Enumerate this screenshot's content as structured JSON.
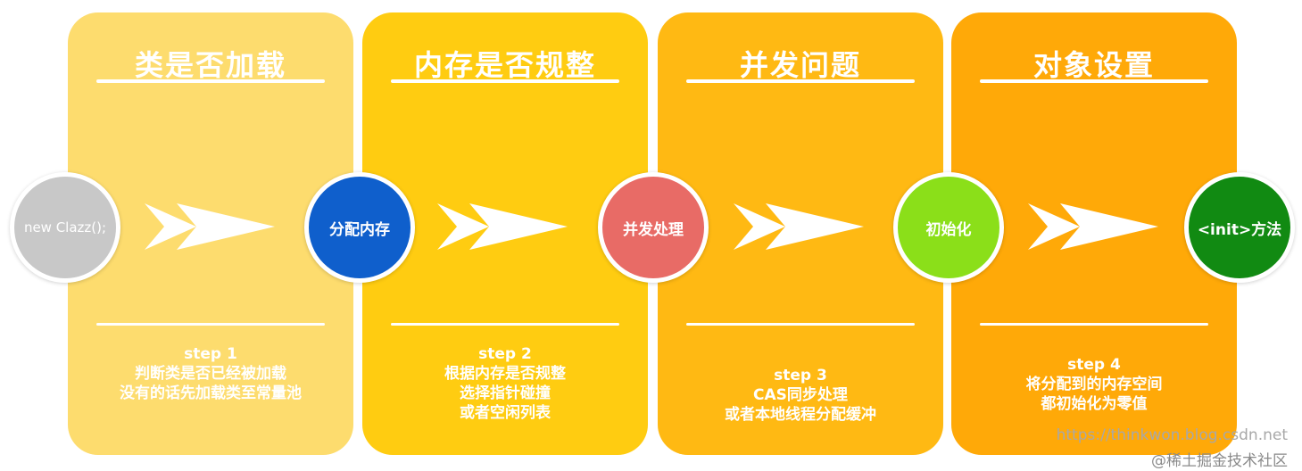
{
  "panels": [
    {
      "title": "类是否加载",
      "color": "#FDDC6E",
      "step": "step 1",
      "lines": [
        "判断类是否已经被加载",
        "没有的话先加载类至常量池"
      ]
    },
    {
      "title": "内存是否规整",
      "color": "#FFCC11",
      "step": "step 2",
      "lines": [
        "根据内存是否规整",
        "选择指针碰撞",
        "或者空闲列表"
      ]
    },
    {
      "title": "并发问题",
      "color": "#FFB913",
      "step": "step 3",
      "lines": [
        "CAS同步处理",
        "或者本地线程分配缓冲"
      ]
    },
    {
      "title": "对象设置",
      "color": "#FFA908",
      "step": "step 4",
      "lines": [
        "将分配到的内存空间",
        "都初始化为零值"
      ]
    }
  ],
  "nodes": [
    {
      "label": "new Clazz();",
      "color": "#C8C8C8",
      "icon": "start-node"
    },
    {
      "label": "分配内存",
      "color": "#0F5FCC",
      "icon": "allocate-memory-node"
    },
    {
      "label": "并发处理",
      "color": "#E86B66",
      "icon": "concurrency-node"
    },
    {
      "label": "初始化",
      "color": "#8BDF19",
      "icon": "initialize-node"
    },
    {
      "label": "<init>方法",
      "color": "#118A12",
      "icon": "init-method-node"
    }
  ],
  "arrows": [
    {
      "icon": "arrow-right-icon"
    },
    {
      "icon": "arrow-right-icon"
    },
    {
      "icon": "arrow-right-icon"
    },
    {
      "icon": "arrow-right-icon"
    }
  ],
  "watermark": {
    "url": "https://thinkwon.blog.csdn.net",
    "site": "@稀土掘金技术社区"
  }
}
